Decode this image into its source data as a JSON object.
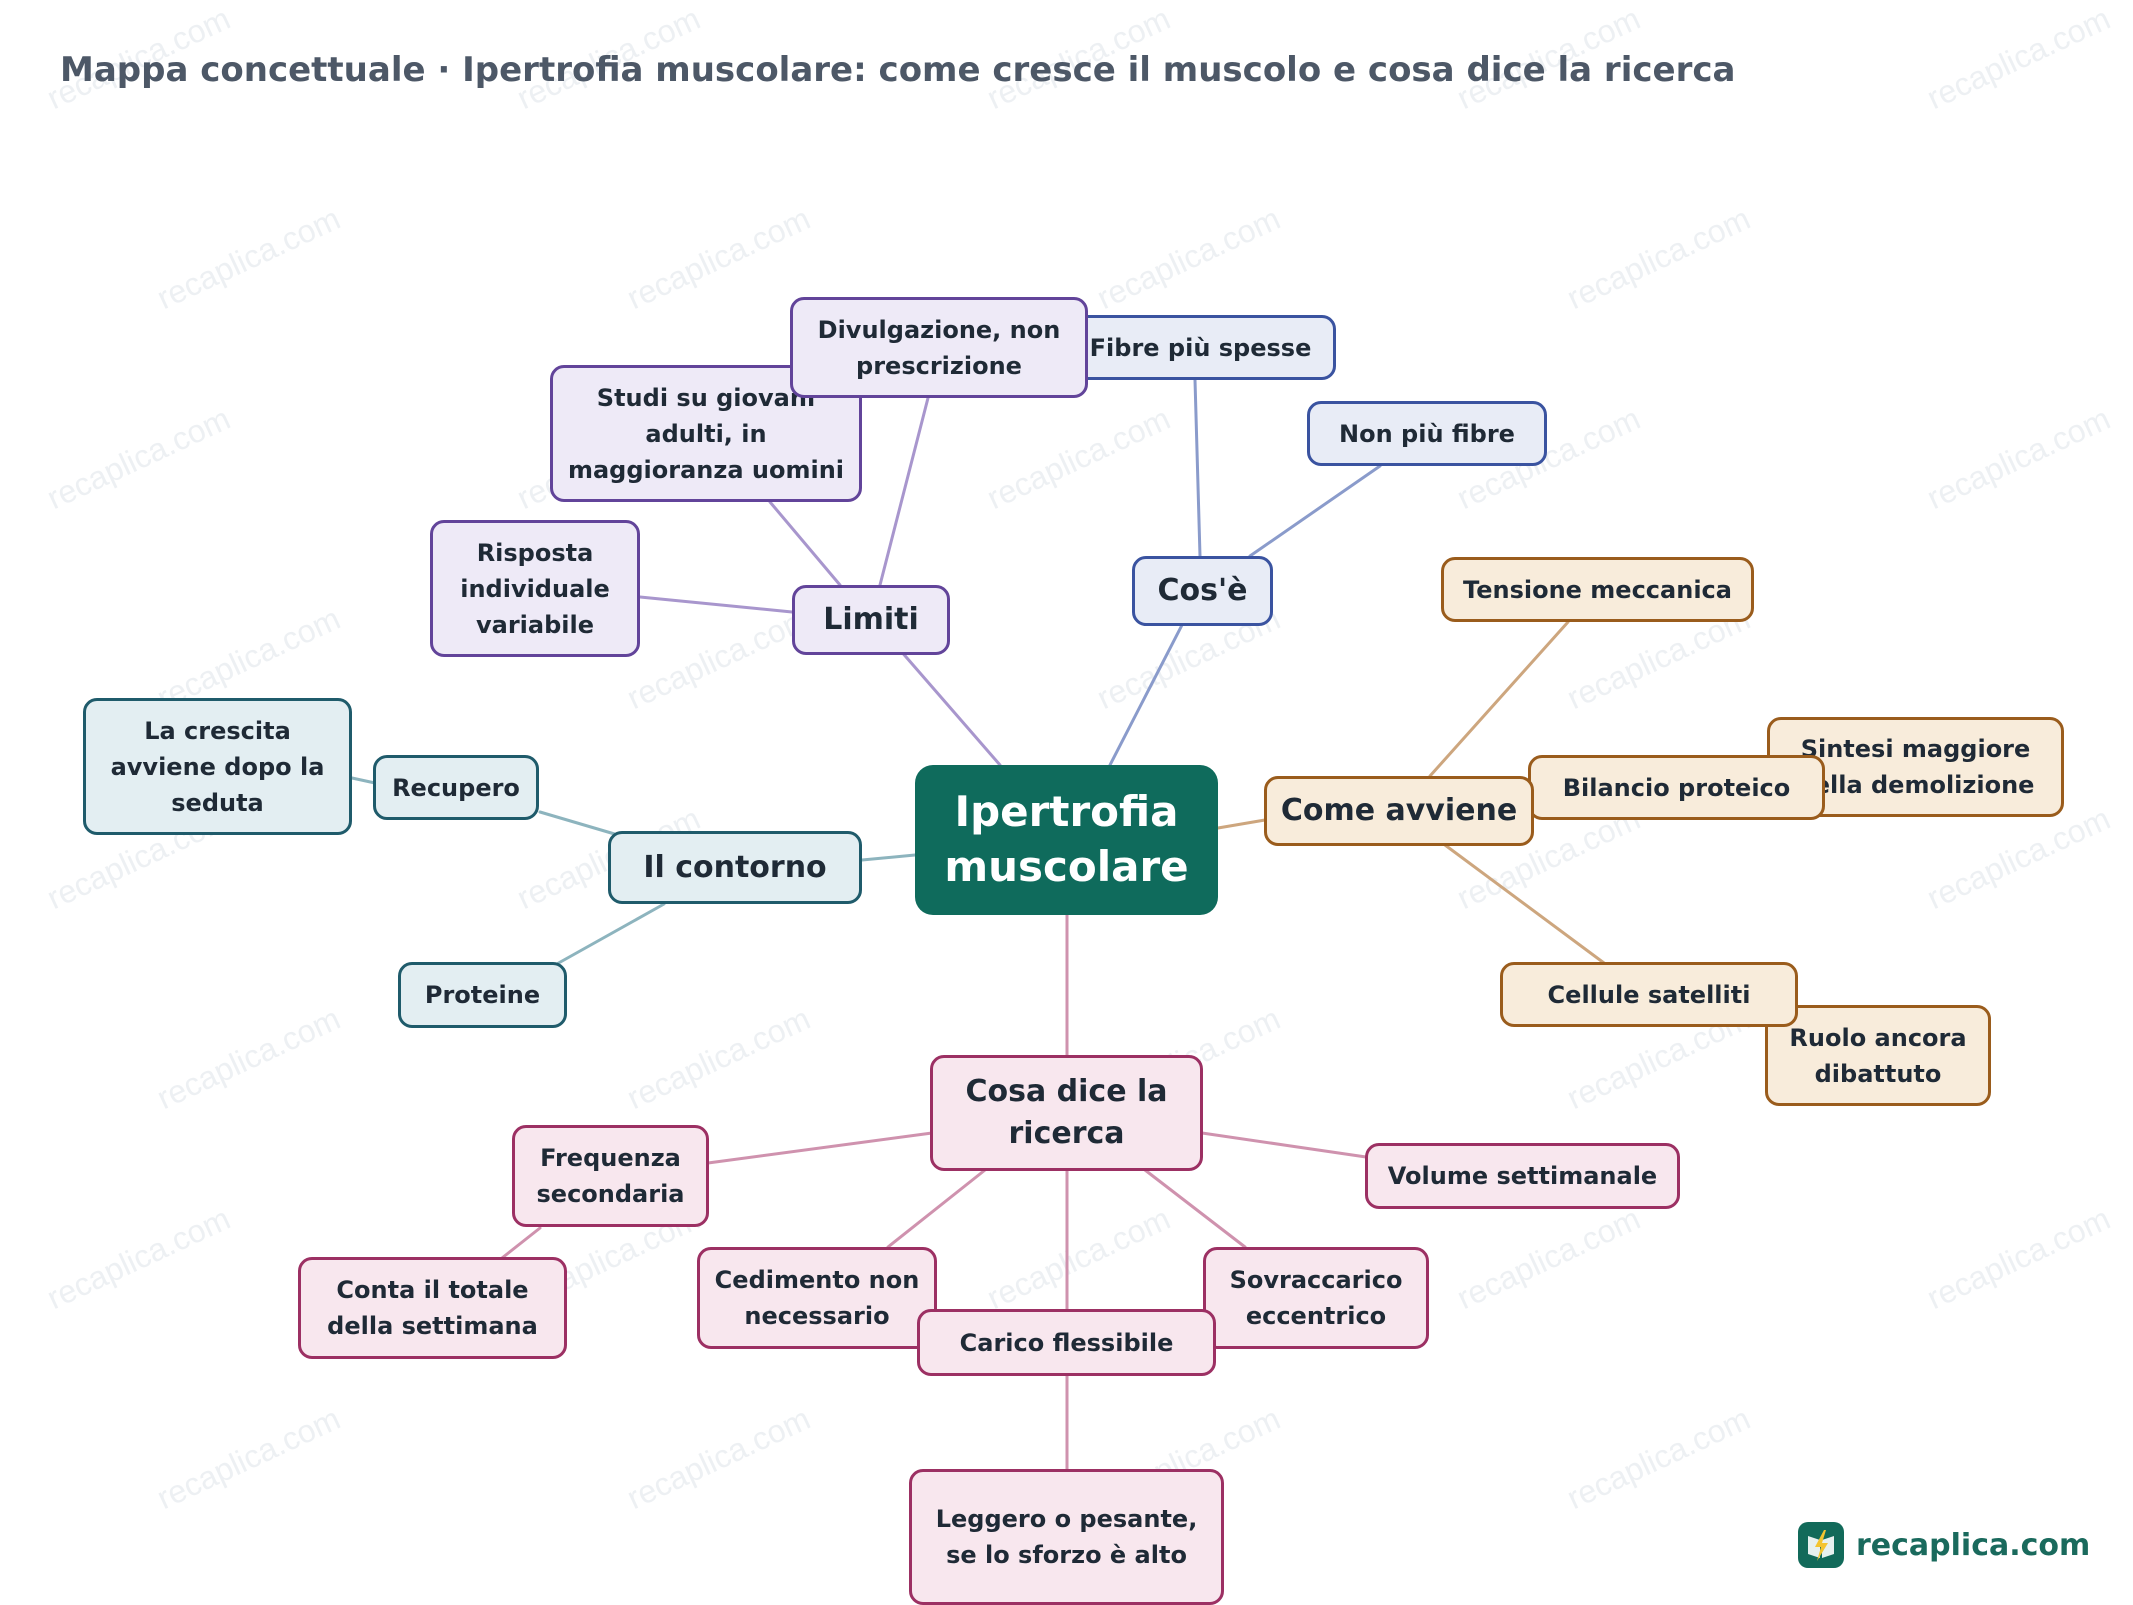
{
  "title": "Mappa concettuale · Ipertrofia muscolare: come cresce il muscolo e cosa dice la ricerca",
  "watermark_text": "recaplica.com",
  "colors": {
    "root": "#0f6b5c",
    "limiti": "#62449a",
    "cose": "#3a53a0",
    "come_avviene": "#9a5c1c",
    "contorno": "#1f5b6b",
    "ricerca": "#9c3063"
  },
  "nodes": {
    "root": "Ipertrofia muscolare",
    "limiti": "Limiti",
    "divulgazione": "Divulgazione, non prescrizione",
    "studi": "Studi su giovani adulti, in maggioranza uomini",
    "risposta": "Risposta individuale variabile",
    "cose": "Cos'è",
    "fibre_spesse": "Fibre più spesse",
    "non_piu_fibre": "Non più fibre",
    "come_avviene": "Come avviene",
    "tensione": "Tensione meccanica",
    "bilancio": "Bilancio proteico",
    "sintesi": "Sintesi maggiore della demolizione",
    "cellule": "Cellule satelliti",
    "ruolo": "Ruolo ancora dibattuto",
    "contorno": "Il contorno",
    "recupero": "Recupero",
    "crescita": "La crescita avviene dopo la seduta",
    "proteine": "Proteine",
    "ricerca": "Cosa dice la ricerca",
    "frequenza": "Frequenza secondaria",
    "conta": "Conta il totale della settimana",
    "volume": "Volume settimanale",
    "cedimento": "Cedimento non necessario",
    "sovraccarico": "Sovraccarico eccentrico",
    "carico": "Carico flessibile",
    "leggero": "Leggero o pesante, se lo sforzo è alto"
  },
  "brand": {
    "icon": "lightning-book-icon",
    "name": "recaplica.com"
  }
}
